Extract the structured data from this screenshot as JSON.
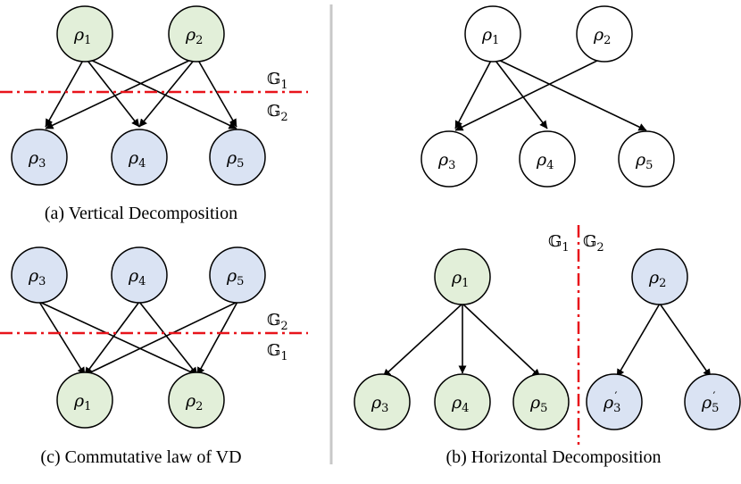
{
  "colors": {
    "green": "#e2efd9",
    "blue": "#dae3f3",
    "white": "#ffffff",
    "stroke": "#000000",
    "divider_red": "#e8141b",
    "separator_gray": "#c8c8c8"
  },
  "captions": {
    "a": "(a) Vertical Decomposition",
    "b": "(b) Horizontal Decomposition",
    "c": "(c) Commutative law of VD"
  },
  "group_labels": {
    "g_letter": "𝔾",
    "one": "1",
    "two": "2"
  },
  "nodes": {
    "n1": {
      "base": "ρ",
      "sub": "1"
    },
    "n2": {
      "base": "ρ",
      "sub": "2"
    },
    "n3": {
      "base": "ρ",
      "sub": "3"
    },
    "n4": {
      "base": "ρ",
      "sub": "4"
    },
    "n5": {
      "base": "ρ",
      "sub": "5"
    },
    "n3p": {
      "base": "ρ",
      "sub": "3",
      "prime": "′"
    },
    "n5p": {
      "base": "ρ",
      "sub": "5",
      "prime": "′"
    }
  }
}
